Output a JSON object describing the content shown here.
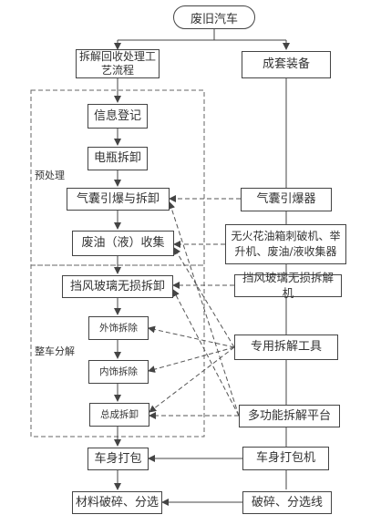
{
  "start": "废旧汽车",
  "left": {
    "process": "拆解回收处理工艺流程",
    "info_register": "信息登记",
    "battery_removal": "电瓶拆卸",
    "airbag_detonate": "气囊引爆与拆卸",
    "fluid_collect": "废油（液）收集",
    "windshield_remove": "挡风玻璃无损拆卸",
    "exterior_remove": "外饰拆除",
    "interior_remove": "内饰拆除",
    "assembly_remove": "总成拆卸",
    "body_pack": "车身打包",
    "material_crush": "材料破碎、分选"
  },
  "right": {
    "equipment": "成套装备",
    "airbag_detonator": "气囊引爆器",
    "oil_tank_equipment": "无火花油箱刺破机、举升机、废油/液收集器",
    "windshield_machine": "挡风玻璃无损拆解机",
    "special_tools": "专用拆解工具",
    "multi_platform": "多功能拆解平台",
    "baler": "车身打包机",
    "crusher": "破碎、分选线"
  },
  "groups": {
    "pretreatment": "预处理",
    "vehicle_disassembly": "整车分解"
  },
  "colors": {
    "line": "#444444",
    "dashed": "#555555"
  }
}
